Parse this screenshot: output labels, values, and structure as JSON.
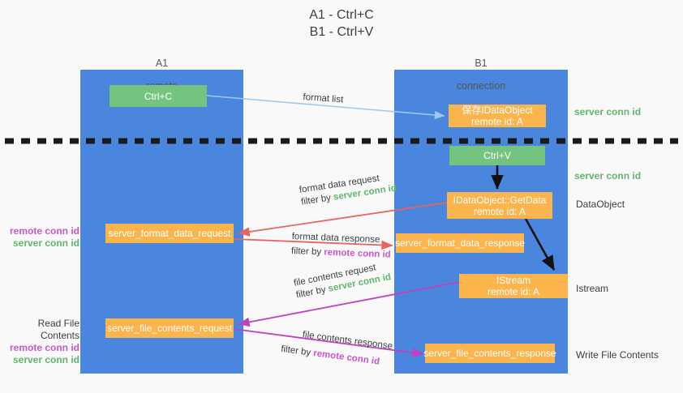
{
  "title": "A1 - Ctrl+C\nB1 - Ctrl+V",
  "colors": {
    "background": "#f9f9f9",
    "lane": "#4a86dd",
    "green_node": "#74c37f",
    "orange_node": "#fcb44d",
    "server_conn_id": "#62b56e",
    "remote_conn_id": "#cc55cc",
    "arrow_blue": "#9fc8ef",
    "arrow_red": "#e8645e",
    "arrow_magenta": "#c040c0",
    "arrow_black": "#111111",
    "divider": "#1a1a1a"
  },
  "lanes": [
    {
      "id": "a1",
      "title": "A1",
      "subtitle": "remote"
    },
    {
      "id": "b1",
      "title": "B1",
      "subtitle": "connection"
    }
  ],
  "nodes": [
    {
      "id": "ctrl-c",
      "label": "Ctrl+C"
    },
    {
      "id": "save-idataobject",
      "label": "保存IDataObject\nremote id: A"
    },
    {
      "id": "ctrl-v",
      "label": "Ctrl+V"
    },
    {
      "id": "idataobject-getdata",
      "label": "IDataObject::GetData\nremote id: A"
    },
    {
      "id": "server-format-data-request",
      "label": "server_format_data_request"
    },
    {
      "id": "server-format-data-response",
      "label": "server_format_data_response"
    },
    {
      "id": "istream",
      "label": "IStream\nremote id: A"
    },
    {
      "id": "server-file-contents-request",
      "label": "server_file_contents_request"
    },
    {
      "id": "server-file-contents-response",
      "label": "server_file_contents_response"
    }
  ],
  "edge_labels": [
    {
      "id": "format-list",
      "line1": "format list",
      "filter_prefix": "",
      "filter_value": ""
    },
    {
      "id": "format-data-request",
      "line1": "format data request",
      "filter_prefix": "filter by",
      "filter_value": "server conn id",
      "filter_color": "server"
    },
    {
      "id": "format-data-response",
      "line1": "format data response",
      "filter_prefix": "filter by",
      "filter_value": "remote conn id",
      "filter_color": "remote"
    },
    {
      "id": "file-contents-request",
      "line1": "file contents request",
      "filter_prefix": "filter by",
      "filter_value": "server conn id",
      "filter_color": "server"
    },
    {
      "id": "file-contents-response",
      "line1": "file contents response",
      "filter_prefix": "filter by",
      "filter_value": "remote conn id",
      "filter_color": "remote"
    }
  ],
  "left_annotations": [
    {
      "id": "left-format-data",
      "heading": "",
      "line_remote": "remote conn id",
      "line_server": "server conn id"
    },
    {
      "id": "left-file-contents",
      "heading": "Read File Contents",
      "line_remote": "remote conn id",
      "line_server": "server conn id"
    }
  ],
  "right_annotations": [
    {
      "id": "right-server-conn-id-top",
      "text": "server conn id",
      "style": "server"
    },
    {
      "id": "right-server-conn-id-bottom",
      "text": "server conn id",
      "style": "server"
    },
    {
      "id": "right-dataobject",
      "text": "DataObject",
      "style": "plain"
    },
    {
      "id": "right-istream",
      "text": "Istream",
      "style": "plain"
    },
    {
      "id": "right-write-file-contents",
      "text": "Write File Contents",
      "style": "plain"
    }
  ]
}
